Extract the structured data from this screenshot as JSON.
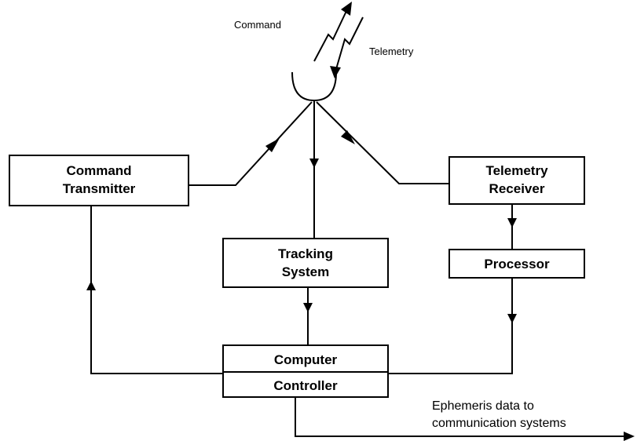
{
  "antenna": {
    "uplink_label": "Command",
    "downlink_label": "Telemetry"
  },
  "blocks": {
    "command_transmitter": {
      "line1": "Command",
      "line2": "Transmitter"
    },
    "telemetry_receiver": {
      "line1": "Telemetry",
      "line2": "Receiver"
    },
    "tracking_system": {
      "line1": "Tracking",
      "line2": "System"
    },
    "processor": {
      "label": "Processor"
    },
    "computer": {
      "label": "Computer"
    },
    "controller": {
      "label": "Controller"
    }
  },
  "output": {
    "line1": "Ephemeris data to",
    "line2": "communication systems"
  }
}
